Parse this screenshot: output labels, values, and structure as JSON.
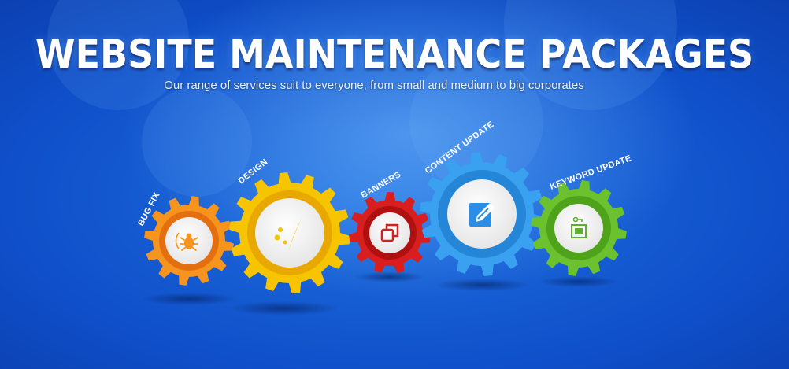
{
  "banner": {
    "title": "WEBSITE MAINTENANCE PACKAGES",
    "subtitle": "Our range of services suit to everyone, from small and medium to big corporates"
  },
  "gears": [
    {
      "label": "BUG FIX",
      "color": "#f7941d",
      "icon": "bug-icon"
    },
    {
      "label": "DESIGN",
      "color": "#f7c400",
      "icon": "pen-stroke-icon"
    },
    {
      "label": "BANNERS",
      "color": "#d81e1e",
      "icon": "layers-icon"
    },
    {
      "label": "CONTENT UPDATE",
      "color": "#3aa0f0",
      "icon": "edit-icon"
    },
    {
      "label": "KEYWORD UPDATE",
      "color": "#6cc22e",
      "icon": "key-tag-icon"
    }
  ]
}
